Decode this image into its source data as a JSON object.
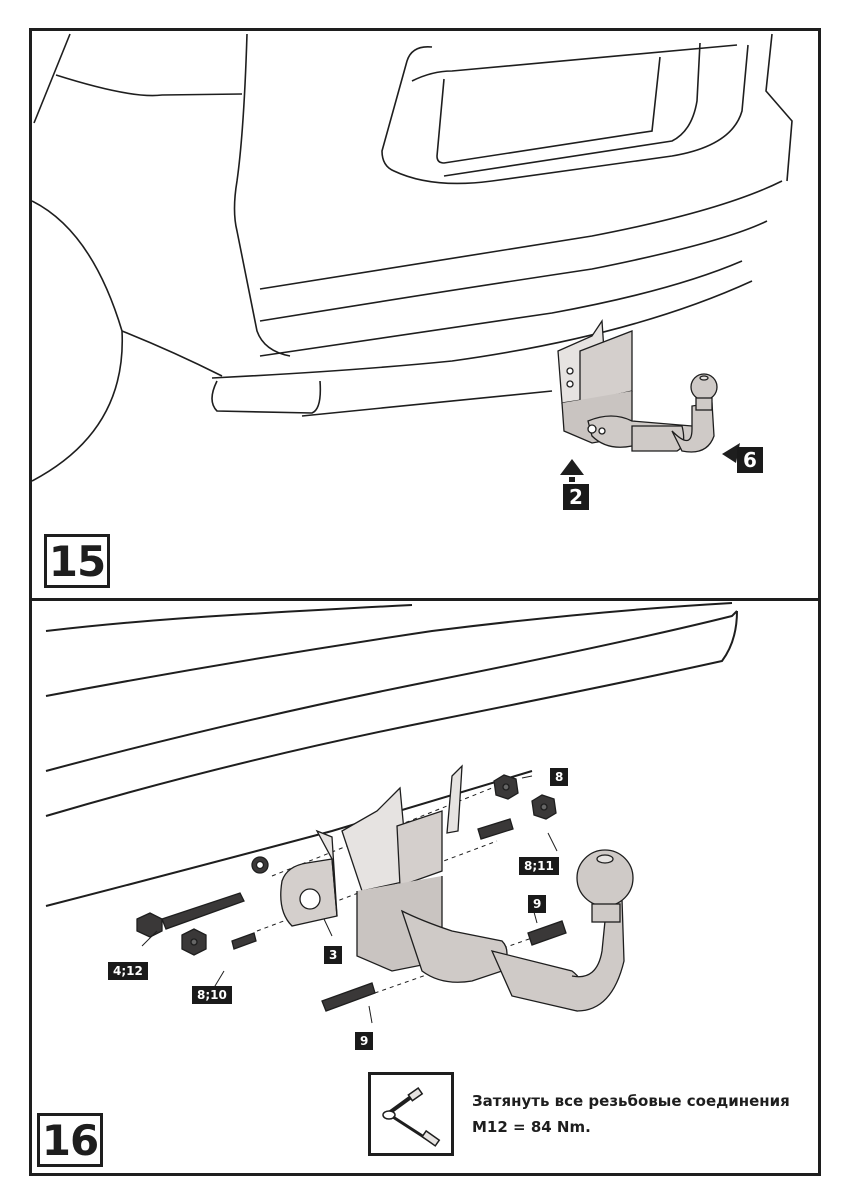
{
  "document": {
    "steps": [
      {
        "number": "15",
        "callouts": [
          "2",
          "6"
        ]
      },
      {
        "number": "16",
        "callouts": [
          "8",
          "8;11",
          "9",
          "3",
          "4;12",
          "8;10",
          "9"
        ],
        "note": {
          "icon": "torque-wrench-icon",
          "line1": "Затянуть все резьбовые соединения",
          "line2": "M12 = 84 Nm."
        }
      }
    ]
  },
  "colors": {
    "line": "#1e1e1e",
    "metal": "#cfcac7",
    "bolt": "#3a3838",
    "label_bg": "#1a1a1a"
  }
}
